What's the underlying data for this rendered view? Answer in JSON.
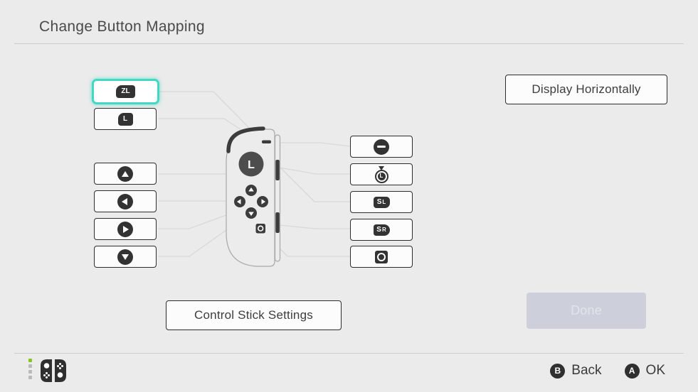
{
  "title": "Change Button Mapping",
  "selected_mapping": "ZL",
  "mapping_buttons": {
    "zl": {
      "label": "ZL"
    },
    "l": {
      "label": "L"
    },
    "dpad": {
      "up": "up-arrow",
      "left": "left-arrow",
      "right": "right-arrow",
      "down": "down-arrow"
    },
    "minus": {
      "icon": "minus-icon"
    },
    "stick_press": {
      "label": "L",
      "icon": "stick-press-icon"
    },
    "sl": {
      "label": "S",
      "sub": "L"
    },
    "sr": {
      "label": "S",
      "sub": "R"
    },
    "capture": {
      "icon": "capture-icon"
    }
  },
  "joycon": {
    "stick_label": "L"
  },
  "action_buttons": {
    "display_horizontally": "Display Horizontally",
    "control_stick_settings": "Control Stick Settings",
    "done": {
      "label": "Done",
      "enabled": false
    }
  },
  "footer": {
    "back_key": "B",
    "back_label": "Back",
    "ok_key": "A",
    "ok_label": "OK",
    "player_slots": 4,
    "active_player_slot": 1
  },
  "colors": {
    "background": "#ebebeb",
    "accent_selection": "#42d8c3",
    "button_border": "#2d2d2d",
    "disabled_button_bg": "#cdd0da",
    "player_active_green": "#84c81e",
    "connector_line": "#d8d8d8"
  }
}
